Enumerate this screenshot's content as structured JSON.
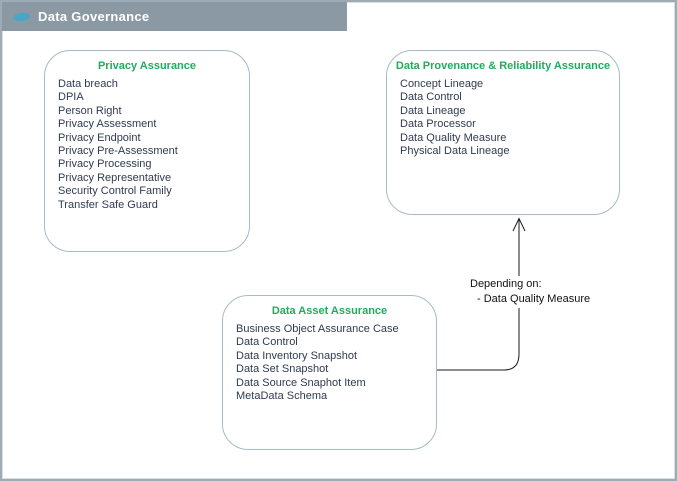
{
  "header": {
    "title": "Data Governance",
    "icon": "element-icon"
  },
  "boxes": [
    {
      "title": "Privacy Assurance",
      "items": [
        "Data breach",
        "DPIA",
        "Person Right",
        "Privacy Assessment",
        "Privacy Endpoint",
        "Privacy Pre-Assessment",
        "Privacy Processing",
        "Privacy Representative",
        "Security Control Family",
        "Transfer Safe Guard"
      ]
    },
    {
      "title": "Data Provenance & Reliability Assurance",
      "items": [
        "Concept Lineage",
        "Data Control",
        "Data Lineage",
        "Data Processor",
        "Data Quality Measure",
        "Physical Data Lineage"
      ]
    },
    {
      "title": "Data Asset Assurance",
      "items": [
        "Business Object Assurance Case",
        "Data Control",
        "Data Inventory Snapshot",
        "Data Set Snapshot",
        "Data Source Snaphot Item",
        "MetaData Schema"
      ]
    }
  ],
  "arrow": {
    "label_line1": "Depending on:",
    "label_line2": "- Data Quality Measure"
  },
  "colors": {
    "header_bg": "#8a99a3",
    "icon_blue": "#4aa5c8",
    "title_green": "#22ab5e",
    "item_text": "#2f3b4f",
    "box_border": "#a6bbc7",
    "outer_border": "#9dabb4",
    "arrow": "#1a1a1a"
  }
}
